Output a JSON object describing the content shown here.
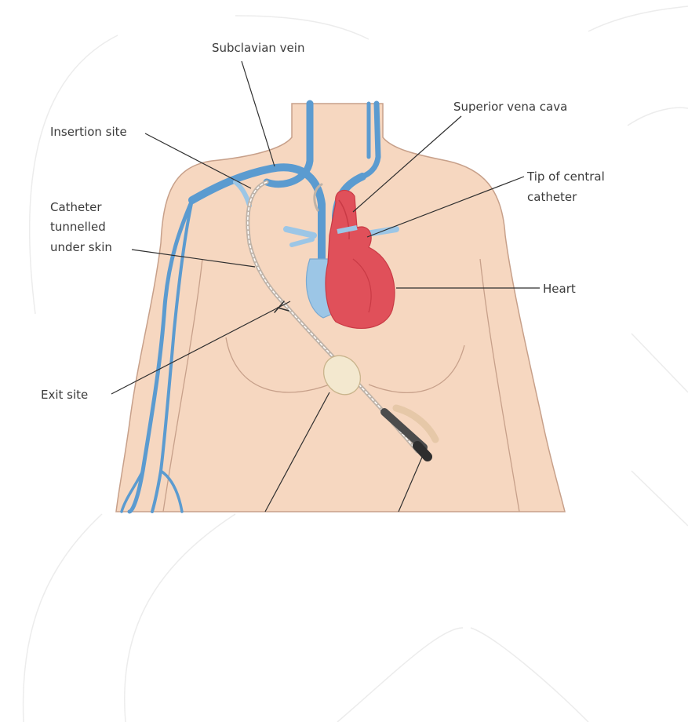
{
  "diagram": {
    "labels": {
      "subclavian_vein": "Subclavian vein",
      "superior_vena_cava": "Superior vena cava",
      "insertion_site": "Insertion site",
      "catheter_line1": "Catheter",
      "catheter_line2": "tunnelled",
      "catheter_line3": "under skin",
      "tip_line1": "Tip of central",
      "tip_line2": "catheter",
      "heart": "Heart",
      "exit_site": "Exit site"
    },
    "colors": {
      "skin": "#f6d7c0",
      "skin_outline": "#c7a08a",
      "vein": "#5b9bd0",
      "vein_light": "#9cc6e6",
      "heart": "#e0505a",
      "heart_dark": "#c93a45",
      "text": "#3b3b3b",
      "watermark": "#ececec"
    }
  }
}
